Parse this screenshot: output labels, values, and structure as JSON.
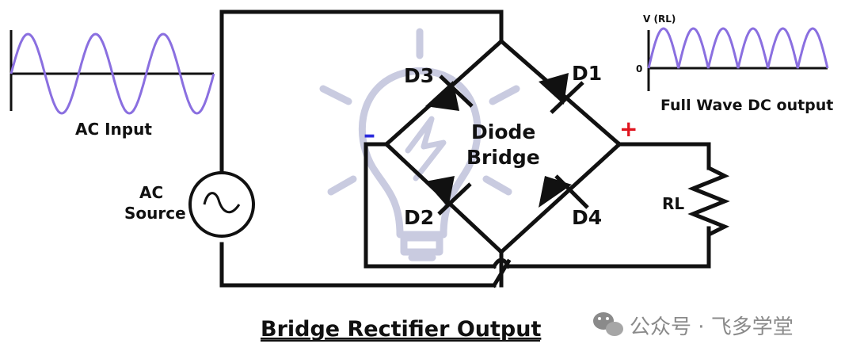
{
  "labels": {
    "ac_input": "AC Input",
    "ac_source_line1": "AC",
    "ac_source_line2": "Source",
    "d1": "D1",
    "d2": "D2",
    "d3": "D3",
    "d4": "D4",
    "bridge_line1": "Diode",
    "bridge_line2": "Bridge",
    "minus": "–",
    "plus": "+",
    "rl": "RL",
    "output_axis_y": "V (RL)",
    "output_axis_zero": "0",
    "output_caption": "Full Wave DC output",
    "title": "Bridge Rectifier Output",
    "watermark": "公众号 · 飞多学堂"
  },
  "colors": {
    "wire": "#111111",
    "waveform": "#8a6fe0",
    "negative": "#2b2bdc",
    "positive": "#e0141e",
    "bulb": "#c9cbe0",
    "watermark": "#8a8a8a"
  },
  "icons": {
    "ac_source": "sine-wave-source-icon",
    "diode": "diode-icon",
    "resistor": "resistor-icon",
    "background": "lightbulb-icon",
    "watermark": "wechat-icon"
  }
}
